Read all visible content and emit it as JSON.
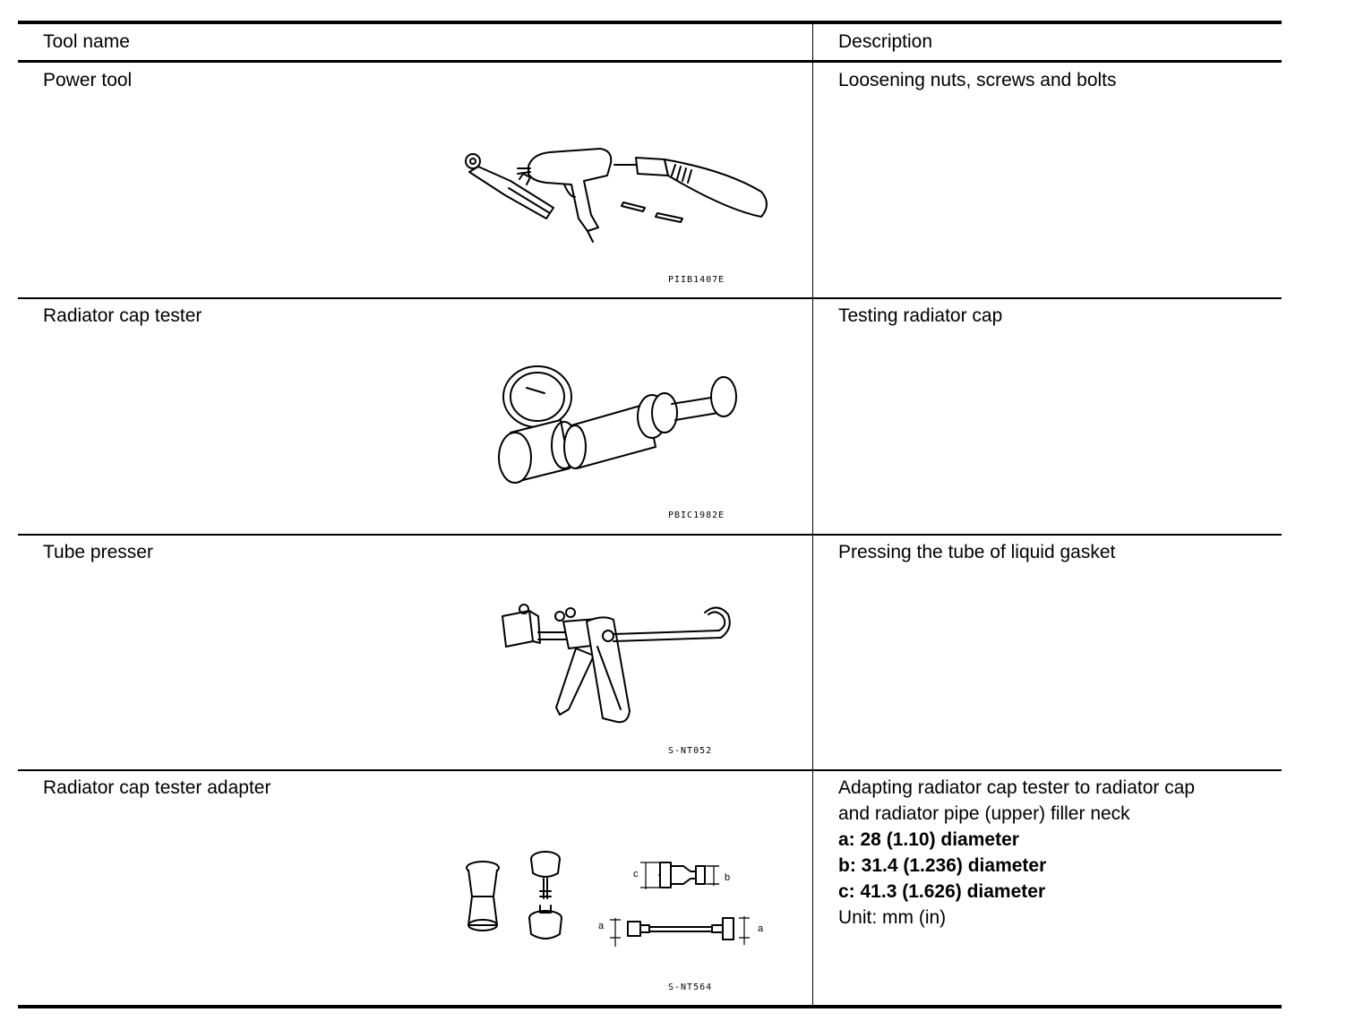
{
  "table": {
    "headers": {
      "tool_name": "Tool name",
      "description": "Description"
    },
    "rows": [
      {
        "tool_name": "Power tool",
        "description": "Loosening nuts, screws and bolts",
        "figure_code": "PIIB1407E",
        "figure_icon": "power-tool-icon"
      },
      {
        "tool_name": "Radiator cap tester",
        "description": "Testing radiator cap",
        "figure_code": "PBIC1982E",
        "figure_icon": "radiator-cap-tester-icon"
      },
      {
        "tool_name": "Tube presser",
        "description": "Pressing the tube of liquid gasket",
        "figure_code": "S-NT052",
        "figure_icon": "tube-presser-icon"
      },
      {
        "tool_name": "Radiator cap tester adapter",
        "description_lines": [
          "Adapting radiator cap tester to radiator cap",
          "and radiator pipe (upper) filler neck"
        ],
        "specs": [
          "a: 28 (1.10) diameter",
          "b: 31.4 (1.236) diameter",
          "c: 41.3 (1.626) diameter"
        ],
        "unit": "Unit: mm (in)",
        "figure_code": "S-NT564",
        "figure_icon": "radiator-cap-tester-adapter-icon",
        "dimension_labels": {
          "a": "a",
          "b": "b",
          "c": "c"
        }
      }
    ]
  }
}
